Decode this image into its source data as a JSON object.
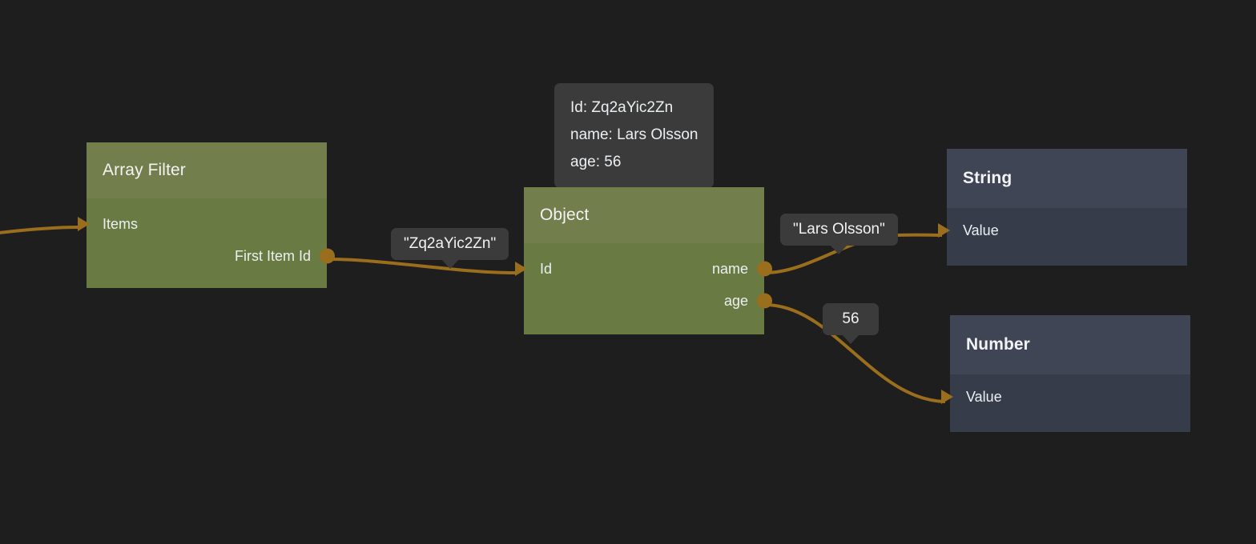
{
  "canvas": {
    "background_color": "#1e1e1e",
    "wire_color": "#9a6e1d",
    "node_green_header_color": "#727e4b",
    "node_green_body_color": "#6a7a43",
    "node_slate_header_color": "#3f4554",
    "node_slate_body_color": "#373c4b",
    "badge_color": "#3b3b3b"
  },
  "nodes": {
    "array_filter": {
      "title": "Array Filter",
      "inputs": [
        {
          "label": "Items"
        }
      ],
      "outputs": [
        {
          "label": "First Item Id"
        }
      ]
    },
    "object": {
      "title": "Object",
      "inputs": [
        {
          "label": "Id"
        }
      ],
      "outputs": [
        {
          "label": "name"
        },
        {
          "label": "age"
        }
      ]
    },
    "string": {
      "title": "String",
      "inputs": [
        {
          "label": "Value"
        }
      ],
      "outputs": []
    },
    "number": {
      "title": "Number",
      "inputs": [
        {
          "label": "Value"
        }
      ],
      "outputs": []
    }
  },
  "tooltip": {
    "lines": [
      "Id: Zq2aYic2Zn",
      "name: Lars Olsson",
      "age: 56"
    ]
  },
  "edge_badges": {
    "first_item_id": "\"Zq2aYic2Zn\"",
    "name": "\"Lars Olsson\"",
    "age": "56"
  }
}
